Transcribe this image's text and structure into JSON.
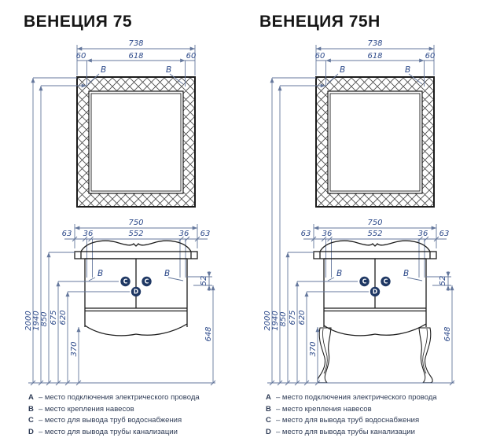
{
  "panels": {
    "left": {
      "title": "ВЕНЕЦИЯ 75"
    },
    "right": {
      "title": "ВЕНЕЦИЯ 75Н"
    }
  },
  "dimensions": {
    "mirror_width_total": "738",
    "mirror_side_offset": "60",
    "mirror_bracket_span": "618",
    "cabinet_width_total": "750",
    "cabinet_side_offset": "63",
    "bracket_width": "36",
    "cabinet_bracket_span": "552",
    "height_mirror_top": "2000",
    "height_mirror_brackets": "1940",
    "height_worktop": "850",
    "height_water_outlet": "675",
    "height_drain_outlet": "620",
    "height_cabinet_bottom": "370",
    "height_cabinet_brackets": "648",
    "bracket_drop": "52"
  },
  "markers": {
    "hanger": "B",
    "water": "C",
    "drain": "D"
  },
  "legend": {
    "items": [
      {
        "key": "A",
        "desc": "– место подключения электрического провода"
      },
      {
        "key": "B",
        "desc": "– место крепления навесов"
      },
      {
        "key": "C",
        "desc": "– место для вывода труб водоснабжения"
      },
      {
        "key": "D",
        "desc": "– место для вывода трубы канализации"
      }
    ]
  },
  "colors": {
    "drawing_line": "#1c1c1c",
    "dimension_line": "#64779c",
    "dimension_text": "#2d4a8a",
    "marker_fill": "#1f3864",
    "legend_text": "#2e3b55",
    "background": "#ffffff"
  }
}
